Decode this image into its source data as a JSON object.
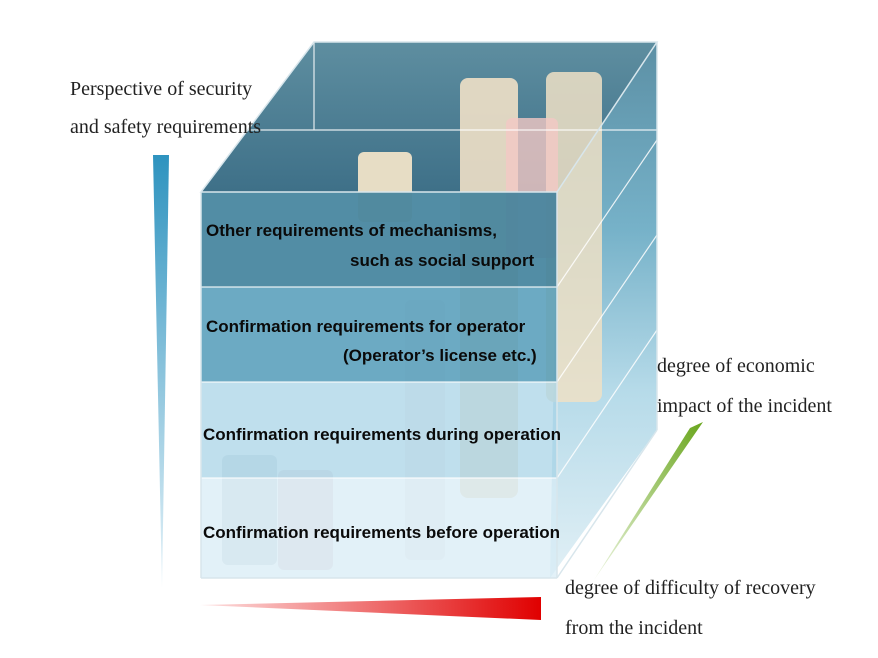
{
  "diagram": {
    "axis_labels": {
      "vertical": [
        "Perspective of security",
        "and safety requirements"
      ],
      "economic": [
        "degree of economic",
        "impact of the incident"
      ],
      "recovery": [
        "degree of difficulty of recovery",
        "from the incident"
      ]
    },
    "layers": [
      {
        "line1": "Other requirements of mechanisms,",
        "line2": "such as social support"
      },
      {
        "line1": "Confirmation requirements for operator",
        "line2": "(Operator’s license etc.)"
      },
      {
        "line1": "Confirmation requirements during operation"
      },
      {
        "line1": "Confirmation requirements before operation"
      }
    ],
    "colors": {
      "vertical_axis": "#3a9fc4",
      "economic_axis": "#8bbf3a",
      "recovery_axis": "#e01010",
      "layer_top": "#3d7f99",
      "layer_2": "#4f97b5",
      "layer_3": "#a8d4e6",
      "layer_4": "#d6edf6"
    }
  }
}
